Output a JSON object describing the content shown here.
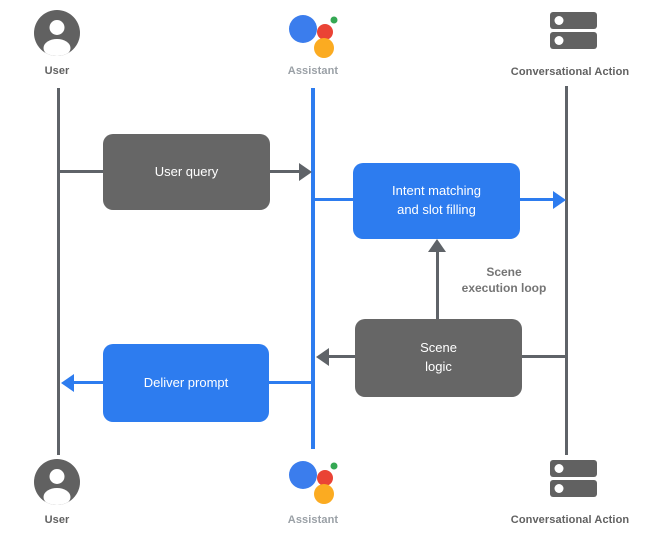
{
  "lanes": [
    {
      "name": "user",
      "label": "User",
      "icon": "user-icon"
    },
    {
      "name": "assistant",
      "label": "Assistant",
      "icon": "assistant-icon"
    },
    {
      "name": "conversational_action",
      "label": "Conversational Action",
      "icon": "server-stack-icon"
    }
  ],
  "nodes": {
    "user_query": {
      "label": "User query",
      "color": "gray"
    },
    "intent_matching": {
      "label": "Intent matching\nand slot filling",
      "color": "blue"
    },
    "scene_logic": {
      "label": "Scene\nlogic",
      "color": "gray"
    },
    "deliver_prompt": {
      "label": "Deliver prompt",
      "color": "blue"
    }
  },
  "annotations": {
    "scene_execution_loop": {
      "label": "Scene\nexecution loop"
    }
  },
  "flows": [
    {
      "from": "user",
      "to": "assistant",
      "via": "user_query",
      "direction": "right",
      "color": "gray"
    },
    {
      "from": "assistant",
      "to": "conversational_action",
      "via": "intent_matching",
      "direction": "right",
      "color": "blue"
    },
    {
      "from": "scene_logic",
      "to": "intent_matching",
      "direction": "up",
      "color": "gray",
      "note": "scene_execution_loop"
    },
    {
      "from": "conversational_action",
      "to": "assistant",
      "via": "scene_logic",
      "direction": "left",
      "color": "gray"
    },
    {
      "from": "assistant",
      "to": "user",
      "via": "deliver_prompt",
      "direction": "left",
      "color": "blue"
    }
  ],
  "colors": {
    "blue": "#2d7cef",
    "box_gray": "#666666",
    "line_gray": "#5f6368",
    "label_gray": "#616161",
    "assistant_label_gray": "#9aa0a6",
    "annot_gray": "#757575",
    "icon_gray": "#616161",
    "assistant_blue": "#3b7ded",
    "assistant_green": "#34a853",
    "assistant_red": "#ea4335",
    "assistant_yellow": "#fbab21"
  }
}
